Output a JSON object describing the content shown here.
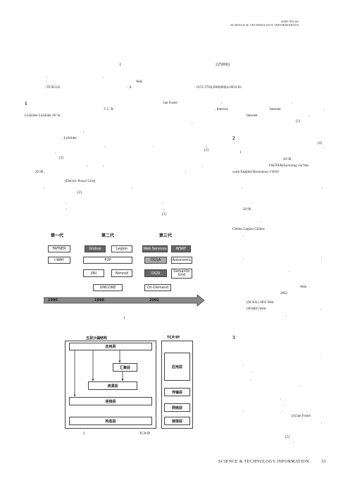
{
  "header": {
    "line1": "2008  NO.26",
    "line2": "SCIENCE & TECHNOLOGY INFORMATION"
  },
  "affil": {
    "paren_open": "(",
    "postcode": "225000)"
  },
  "abstract": {
    "colon1": ":",
    "comma1": ",",
    "colon2": ":",
    "keyword_web": "Web",
    "clc_label": ": TF393.02",
    "doc_label": ": A",
    "article_no": ": 1672-3791(2008)09(b)-0033-03"
  },
  "s1": {
    "number": "1",
    "ian_foster": "Ian Foster",
    "colon_a": ":",
    "colon_b": ":",
    "jcr": "J. C. R.",
    "internet1": ", Internet,",
    "internet2": "Internet",
    "comma_c": ",",
    "licklider_line": "Licklider  Licklider  20    50",
    "internet3": "Internet",
    "comma_d": ",",
    "cite1": "[1]",
    "comma_e": ",",
    "colon_f": ":",
    "licklider2": ", Licklider",
    "comma_g": ",",
    "comma_h": ",",
    "comma_i": ",",
    "cite2": "[2]",
    "comma_j": ",",
    "cite3": "[3]",
    "slash1": "/",
    "slash2": "/",
    "colon_k": ":",
    "line_2090": "20    90    ,",
    "comma_l": ",",
    "electric": "(Electric Power Grid)",
    "comma_m": ",",
    "comma_n": ",",
    "cite4": "[2]",
    "comma_o": ",",
    "comma_p": ",",
    "comma_q": ",",
    "comma_r": ",",
    "cite5": "[3]"
  },
  "fig1": {
    "gen1": "第一代",
    "gen2": "第二代",
    "gen3": "第三代",
    "fafner": "FAFNER",
    "globus": "Globus",
    "legion": "Legion",
    "webservices": "Web Services",
    "wsrf": "WSRF",
    "iway": "I-WAY",
    "p2p": "P2P",
    "ogsa": "OGSA",
    "autonomic": "Autonomic",
    "jini": "JINI",
    "nimrod": "Nimrod",
    "ogsi": "OGSI",
    "semantic": "Semantic Grid",
    "unicore": "UNICORE",
    "ondemand": "On-Demand",
    "y1990": "1990",
    "y1998": "1998",
    "y2002": "2002",
    "caption": "1"
  },
  "fig2": {
    "title_left": "五层沙漏结构",
    "title_right": "TCP/IP",
    "app": "应用层",
    "collect": "汇聚层",
    "resource": "资源层",
    "connect": "连接层",
    "fabric": "构造层",
    "r_app": "应用层",
    "r_transport": "传输层",
    "r_network": "网络层",
    "r_link": "链接层",
    "caption_num": "2",
    "caption_tcp": "TCP/IP"
  },
  "s2": {
    "number": "2",
    "cite1": "[4]",
    "comma1": ",",
    "num1": "1",
    "line_2090": "20      90    ,",
    "fafner": "FAFNER(Factoring  via  Net-",
    "work": "work  Enabled  Recursion)    I-WAY",
    "comma2": ",",
    "comma3": ",",
    "dot": ",",
    "line2_2090": "20      90",
    "comma4": ",",
    "globus_line": "Globus    Legion            Globus",
    "comma5": ",",
    "comma6": ",",
    "colon1": ":",
    "comma7": ",",
    "web1": "Web",
    "y2002": "2002",
    "ogsa_line": "(OGSA)    2005           Web",
    "wsrf_line": "(WSRF)     Web-",
    "comma8": ",",
    "comma9": ","
  },
  "s3": {
    "number": "3",
    "comma1": ",",
    "comma2": ",",
    "comma3": ",",
    "comma4": ",",
    "comma5": ",",
    "comma6": ",",
    "comma7": ",",
    "comma8": ",",
    "comma9": ",",
    "foster_line": "[4]  Ian Foster",
    "comma10": ",",
    "cite": "[5]",
    "comma11": ","
  },
  "footer": {
    "journal": "SCIENCE  &  TECHNOLOGY  INFORMATION",
    "page": "33"
  }
}
